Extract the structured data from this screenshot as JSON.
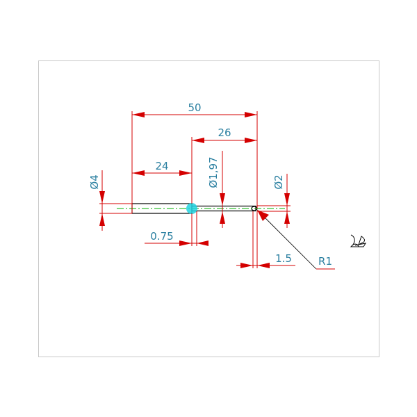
{
  "drawing": {
    "title": "Pin part drawing",
    "dimensions": {
      "overall_length": "50",
      "small_section_length": "26",
      "large_section_length": "24",
      "large_diameter": "Ø4",
      "small_diameter": "Ø1,97",
      "tip_diameter": "Ø2",
      "chamfer": "0.75",
      "tip_length": "1.5",
      "radius": "R1"
    },
    "colors": {
      "dimension": "#d40000",
      "text": "#2a7fa0",
      "centerline": "#00b000",
      "highlight": "#22d3e0"
    },
    "icons": [
      "sailboat-icon"
    ]
  }
}
